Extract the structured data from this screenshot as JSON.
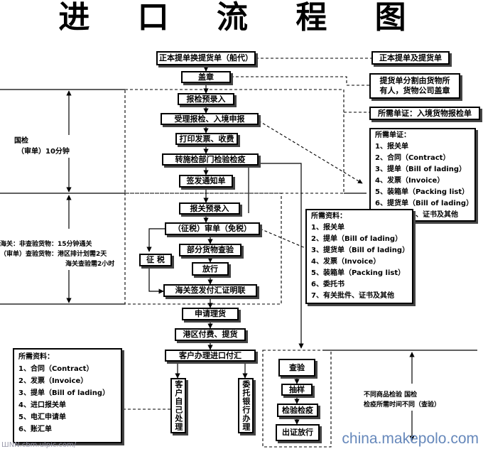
{
  "title": "进 口 流 程 图",
  "boxes": {
    "orig_bl": "正本提单换提货单（船代）",
    "stamp": "盖章",
    "inspect_prerecord": "报检预录入",
    "accept_inspect": "受理报检、入境申报",
    "print_invoice": "打印发票、收费",
    "transfer_quarantine": "转施检部门检验检疫",
    "issue_notice": "签发通知单",
    "customs_prerecord": "报关预录入",
    "tax_review": "（征税）审单（免税）",
    "levy_tax": "征 税",
    "partial_inspect": "部分货物查验",
    "release": "放行",
    "customs_sign": "海关签发付汇证明联",
    "apply_pickup": "申请理货",
    "port_pay": "港区付费、提货",
    "client_payment": "客户办理进口付汇",
    "self_handle": "客户自己处理",
    "bank_handle": "委托银行办理",
    "check": "查验",
    "sample": "抽样",
    "test_quarantine": "检验检疫",
    "issue_release": "出证放行"
  },
  "right_notes": {
    "orig_bl_docs": "正本提单及提货单",
    "bl_split_l1": "提货单分割由货物所",
    "bl_split_l2": "有人，货物公司盖章",
    "required_docs": "所需单证：入境货物报检单"
  },
  "list_inspection": {
    "heading": "所需单证：",
    "items": [
      "1、报关单",
      "2、合同（Contract）",
      "3、提单（Bill of lading）",
      "4、发票（Invoice）",
      "5、装箱单（Packing list）",
      "6、提货单（Bill of lading）",
      "7、有关批件、证书及其他"
    ]
  },
  "list_customs": {
    "heading": "所需资料：",
    "items": [
      "1、报关单",
      "2、提单（Bill of lading）",
      "3、提货单（Bill of lading）",
      "4、发票（Invoice）",
      "5、装箱单（Packing list）",
      "6、委托书",
      "7、有关批件、证书及其他"
    ]
  },
  "list_payment": {
    "heading": "所需资料：",
    "items": [
      "1、合同（Contract）",
      "2、发票（Invoice）",
      "3、提单（Bill of lading）",
      "4、进口报关单",
      "5、电汇申请单",
      "6、账汇单"
    ]
  },
  "side_notes": {
    "inspection_l1": "国检",
    "inspection_l2": "（审单）10分钟",
    "customs_l1": "海关：非查验货物：15分钟通关",
    "customs_l2": "（审单）查验货物：港区排计划需2天",
    "customs_l3": "海关查验需2小时",
    "quarantine_l1": "不同商品检验  国检",
    "quarantine_l2": "检疫所需时间不同（查验）"
  },
  "watermark": "china.makepolo.com",
  "watermark2": "ШNN.cbm.ulpic.com/"
}
